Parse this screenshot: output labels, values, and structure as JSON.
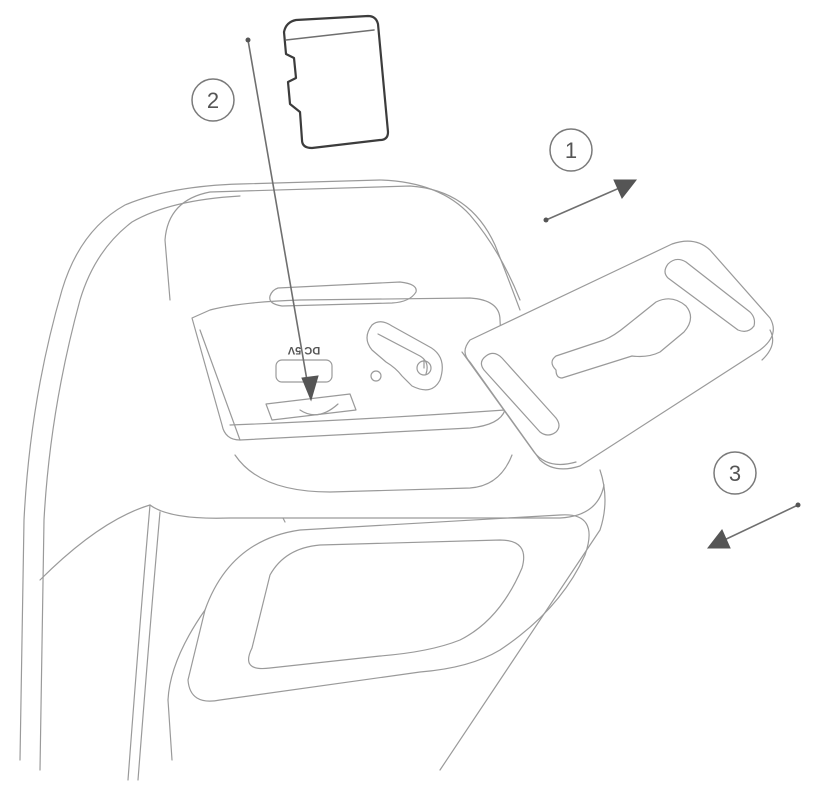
{
  "steps": [
    {
      "number": "1",
      "meaning": "open-cover"
    },
    {
      "number": "2",
      "meaning": "insert-card"
    },
    {
      "number": "3",
      "meaning": "close-cover"
    }
  ],
  "port_label": "DC 5V",
  "colors": {
    "outline": "#9a9a9a",
    "arrow": "#6a6a6a",
    "text": "#555555",
    "background": "#ffffff"
  },
  "icons": [
    "microsd-card-icon",
    "power-button-icon",
    "arrow-icon"
  ]
}
